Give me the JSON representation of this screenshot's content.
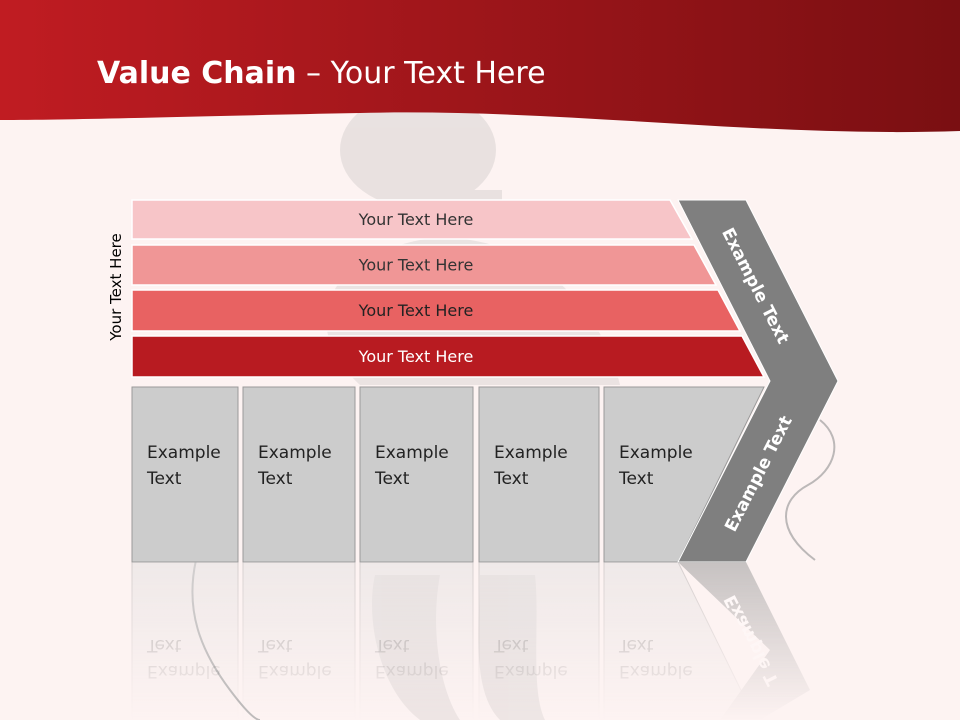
{
  "slide": {
    "title_bold": "Value Chain",
    "title_rest": " – Your Text Here",
    "side_label": "Your Text Here"
  },
  "support_activities": [
    {
      "label": "Your Text Here",
      "color": "#f7c5c8",
      "text_color": "#333333"
    },
    {
      "label": "Your Text Here",
      "color": "#f09696",
      "text_color": "#333333"
    },
    {
      "label": "Your Text Here",
      "color": "#e86262",
      "text_color": "#222222"
    },
    {
      "label": "Your Text Here",
      "color": "#b81b21",
      "text_color": "#ffffff"
    }
  ],
  "primary_activities": [
    {
      "line1": "Example",
      "line2": "Text"
    },
    {
      "line1": "Example",
      "line2": "Text"
    },
    {
      "line1": "Example",
      "line2": "Text"
    },
    {
      "line1": "Example",
      "line2": "Text"
    },
    {
      "line1": "Example",
      "line2": "Text"
    }
  ],
  "margin_labels": {
    "upper": "Example Text",
    "lower": "Example Text",
    "reflection": "Example T"
  },
  "colors": {
    "header_red": "#b81b21",
    "header_dark": "#7c0f12",
    "background": "#fdf3f2",
    "chevron_gray": "#7f7f7f",
    "box_gray": "#cccccc",
    "box_border": "#9a9a9a"
  }
}
